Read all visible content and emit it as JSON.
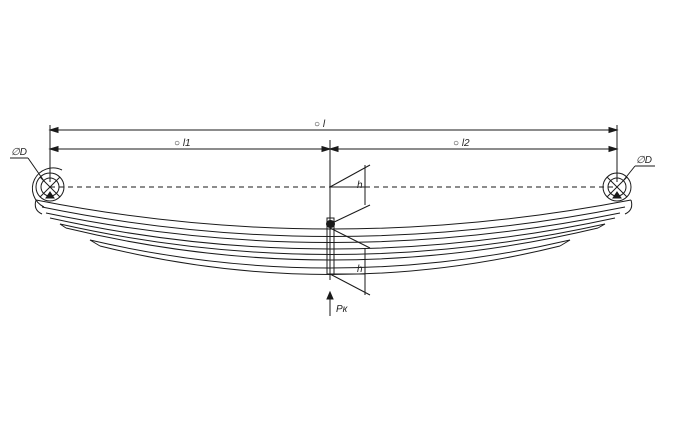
{
  "labels": {
    "total_length": "○ l",
    "left_length": "○ l1",
    "right_length": "○ l2",
    "left_eye_dia": "∅D",
    "right_eye_dia": "∅D",
    "upper_height": "h",
    "lower_height": "h",
    "force": "Pк"
  },
  "colors": {
    "line": "#1a1a1a",
    "background": "#ffffff"
  }
}
